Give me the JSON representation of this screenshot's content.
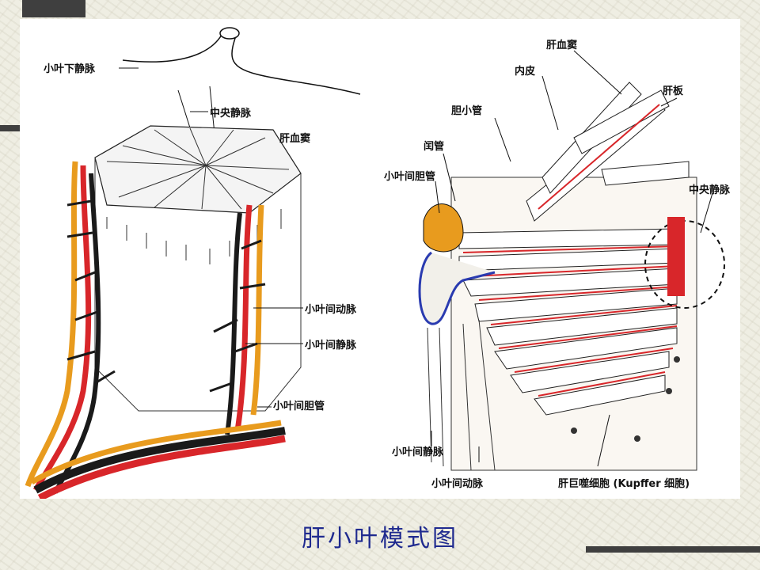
{
  "title": "肝小叶模式图",
  "left_labels": {
    "sublobular_vein": "小叶下静脉",
    "central_vein": "中央静脉",
    "sinusoid": "肝血窦",
    "interlobular_artery": "小叶间动脉",
    "interlobular_vein": "小叶间静脉",
    "interlobular_bile_duct": "小叶间胆管"
  },
  "right_labels": {
    "sinusoid": "肝血窦",
    "endothelium": "内皮",
    "bile_canaliculus": "胆小管",
    "hepatic_plate": "肝板",
    "canal": "闰管",
    "interlobular_bile_duct": "小叶间胆管",
    "central_vein": "中央静脉",
    "interlobular_vein": "小叶间静脉",
    "interlobular_artery": "小叶间动脉",
    "kupffer_cell": "肝巨噬细胞 (Kupffer 细胞)"
  },
  "colors": {
    "artery": "#d8262a",
    "vein": "#1a1a1a",
    "bile": "#e89b1e",
    "portal_vein_blue": "#2a3bb0",
    "title": "#1f2a8f"
  }
}
